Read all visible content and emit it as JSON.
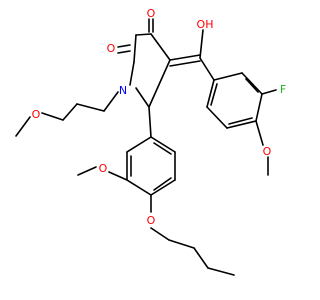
{
  "molecule": {
    "colors": {
      "bond": "#000000",
      "oxygen": "#ff0000",
      "nitrogen": "#0000ff",
      "fluorine": "#1fb01f",
      "carbon": "#000000"
    },
    "atoms": [
      {
        "id": "o_keto",
        "label": "O",
        "element": "oxygen"
      },
      {
        "id": "o_lactam",
        "label": "O",
        "element": "oxygen"
      },
      {
        "id": "n_ring",
        "label": "N",
        "element": "nitrogen"
      },
      {
        "id": "oh",
        "label": "OH",
        "element": "oxygen"
      },
      {
        "id": "f",
        "label": "F",
        "element": "fluorine"
      },
      {
        "id": "o_methoxy_right",
        "label": "O",
        "element": "oxygen"
      },
      {
        "id": "o_methoxypropyl",
        "label": "O",
        "element": "oxygen"
      },
      {
        "id": "o_methoxy_mid",
        "label": "O",
        "element": "oxygen"
      },
      {
        "id": "o_butoxy",
        "label": "O",
        "element": "oxygen"
      }
    ]
  }
}
